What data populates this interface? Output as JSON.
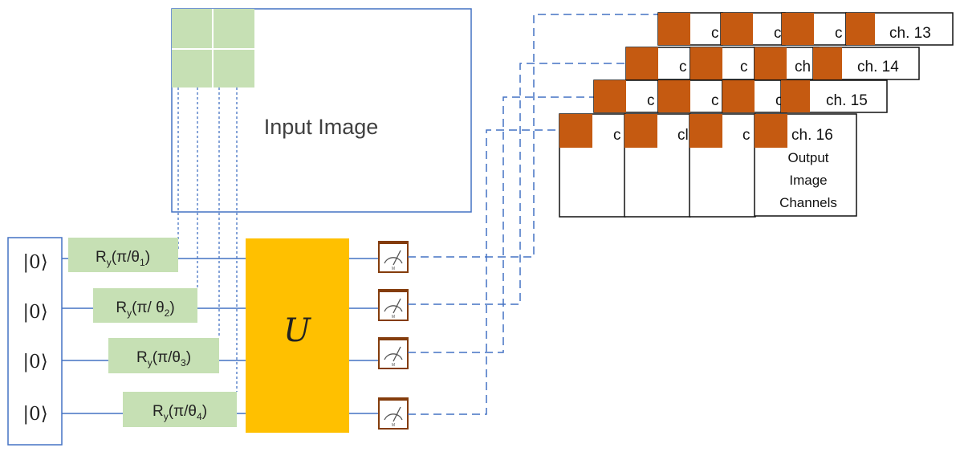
{
  "input_image": {
    "label": "Input Image"
  },
  "qubits": [
    {
      "ket": "|0⟩",
      "gate": {
        "prefix": "R",
        "sub": "y",
        "arg": "(π/θ",
        "idx": "1",
        "close": ")"
      }
    },
    {
      "ket": "|0⟩",
      "gate": {
        "prefix": "R",
        "sub": "y",
        "arg": "(π/ θ",
        "idx": "2",
        "close": ")"
      }
    },
    {
      "ket": "|0⟩",
      "gate": {
        "prefix": "R",
        "sub": "y",
        "arg": "(π/θ",
        "idx": "3",
        "close": ")"
      }
    },
    {
      "ket": "|0⟩",
      "gate": {
        "prefix": "R",
        "sub": "y",
        "arg": "(π/θ",
        "idx": "4",
        "close": ")"
      }
    }
  ],
  "unitary": {
    "label": "U"
  },
  "measurement": {
    "meter_label": "M"
  },
  "channel_labels": {
    "row1": [
      "c",
      "c",
      "c",
      "ch. 13"
    ],
    "row2": [
      "c",
      "c",
      "ch",
      "ch. 14"
    ],
    "row3": [
      "c",
      "c",
      "c",
      "ch. 15"
    ],
    "row4": [
      "c",
      "cl",
      "c",
      "ch. 16"
    ]
  },
  "output": {
    "line1": "Output",
    "line2": "Image",
    "line3": "Channels"
  },
  "colors": {
    "gate_fill": "#c6e0b4",
    "patch_fill": "#c6e0b4",
    "unitary_fill": "#ffc000",
    "wire": "#4472c4",
    "pixel_fill": "#c55a11",
    "meter_border": "#843c0c"
  }
}
